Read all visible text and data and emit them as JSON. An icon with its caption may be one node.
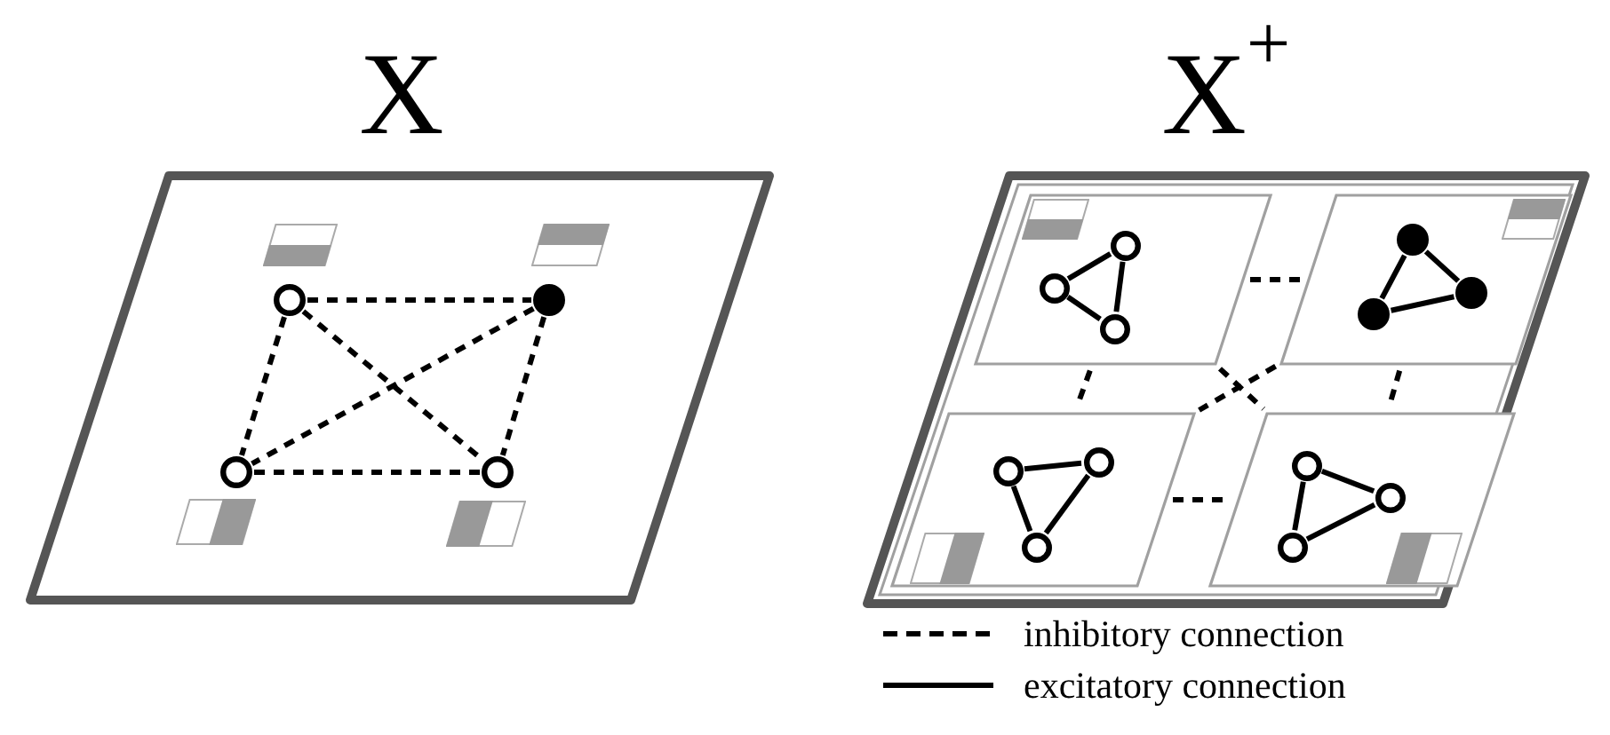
{
  "diagram": {
    "nodes": [
      {
        "text": [
          "X"
        ]
      },
      {
        "text": [],
        "shape": "circle",
        "in": 0
      },
      {
        "text": [],
        "shape": "dot",
        "in": 0
      },
      {
        "text": [],
        "shape": "circle",
        "in": 0
      },
      {
        "text": [],
        "shape": "circle",
        "in": 0
      },
      {
        "text": [
          "X$^{+}$"
        ]
      },
      {
        "text": [],
        "shape": "box",
        "in": 5
      },
      {
        "text": [],
        "shape": "box",
        "in": 5
      },
      {
        "text": [],
        "shape": "box",
        "in": 5
      },
      {
        "text": [],
        "shape": "box",
        "in": 5
      },
      {
        "text": [],
        "shape": "circle",
        "in": 6
      },
      {
        "text": [],
        "shape": "circle",
        "in": 6
      },
      {
        "text": [],
        "shape": "circle",
        "in": 6
      },
      {
        "text": [],
        "shape": "dot",
        "in": 7
      },
      {
        "text": [],
        "shape": "dot",
        "in": 7
      },
      {
        "text": [],
        "shape": "dot",
        "in": 7
      },
      {
        "text": [],
        "shape": "circle",
        "in": 8
      },
      {
        "text": [],
        "shape": "circle",
        "in": 8
      },
      {
        "text": [],
        "shape": "circle",
        "in": 8
      },
      {
        "text": [],
        "shape": "circle",
        "in": 9
      },
      {
        "text": [],
        "shape": "circle",
        "in": 9
      },
      {
        "text": [],
        "shape": "circle",
        "in": 9
      }
    ],
    "edges": [
      {
        "from": 1,
        "to": 2,
        "arrow": "none",
        "style": "dashed"
      },
      {
        "from": 1,
        "to": 3,
        "arrow": "none",
        "style": "dashed"
      },
      {
        "from": 1,
        "to": 4,
        "arrow": "none",
        "style": "dashed"
      },
      {
        "from": 2,
        "to": 3,
        "arrow": "none",
        "style": "dashed"
      },
      {
        "from": 2,
        "to": 4,
        "arrow": "none",
        "style": "dashed"
      },
      {
        "from": 3,
        "to": 4,
        "arrow": "none",
        "style": "dashed"
      },
      {
        "from": 6,
        "to": 7,
        "arrow": "none",
        "style": "dashed"
      },
      {
        "from": 6,
        "to": 8,
        "arrow": "none",
        "style": "dashed"
      },
      {
        "from": 6,
        "to": 9,
        "arrow": "none",
        "style": "dashed"
      },
      {
        "from": 7,
        "to": 8,
        "arrow": "none",
        "style": "dashed"
      },
      {
        "from": 7,
        "to": 9,
        "arrow": "none",
        "style": "dashed"
      },
      {
        "from": 8,
        "to": 9,
        "arrow": "none",
        "style": "dashed"
      },
      {
        "from": 10,
        "to": 11,
        "arrow": "none"
      },
      {
        "from": 11,
        "to": 12,
        "arrow": "none"
      },
      {
        "from": 10,
        "to": 12,
        "arrow": "none"
      },
      {
        "from": 13,
        "to": 14,
        "arrow": "none"
      },
      {
        "from": 14,
        "to": 15,
        "arrow": "none"
      },
      {
        "from": 13,
        "to": 15,
        "arrow": "none"
      },
      {
        "from": 16,
        "to": 17,
        "arrow": "none"
      },
      {
        "from": 16,
        "to": 18,
        "arrow": "none"
      },
      {
        "from": 17,
        "to": 18,
        "arrow": "none"
      },
      {
        "from": 19,
        "to": 20,
        "arrow": "none"
      },
      {
        "from": 20,
        "to": 21,
        "arrow": "none"
      },
      {
        "from": 19,
        "to": 21,
        "arrow": "none"
      }
    ],
    "legend": [
      {
        "text": "inhibitory connection"
      },
      {
        "text": "excitatory connection"
      }
    ]
  }
}
